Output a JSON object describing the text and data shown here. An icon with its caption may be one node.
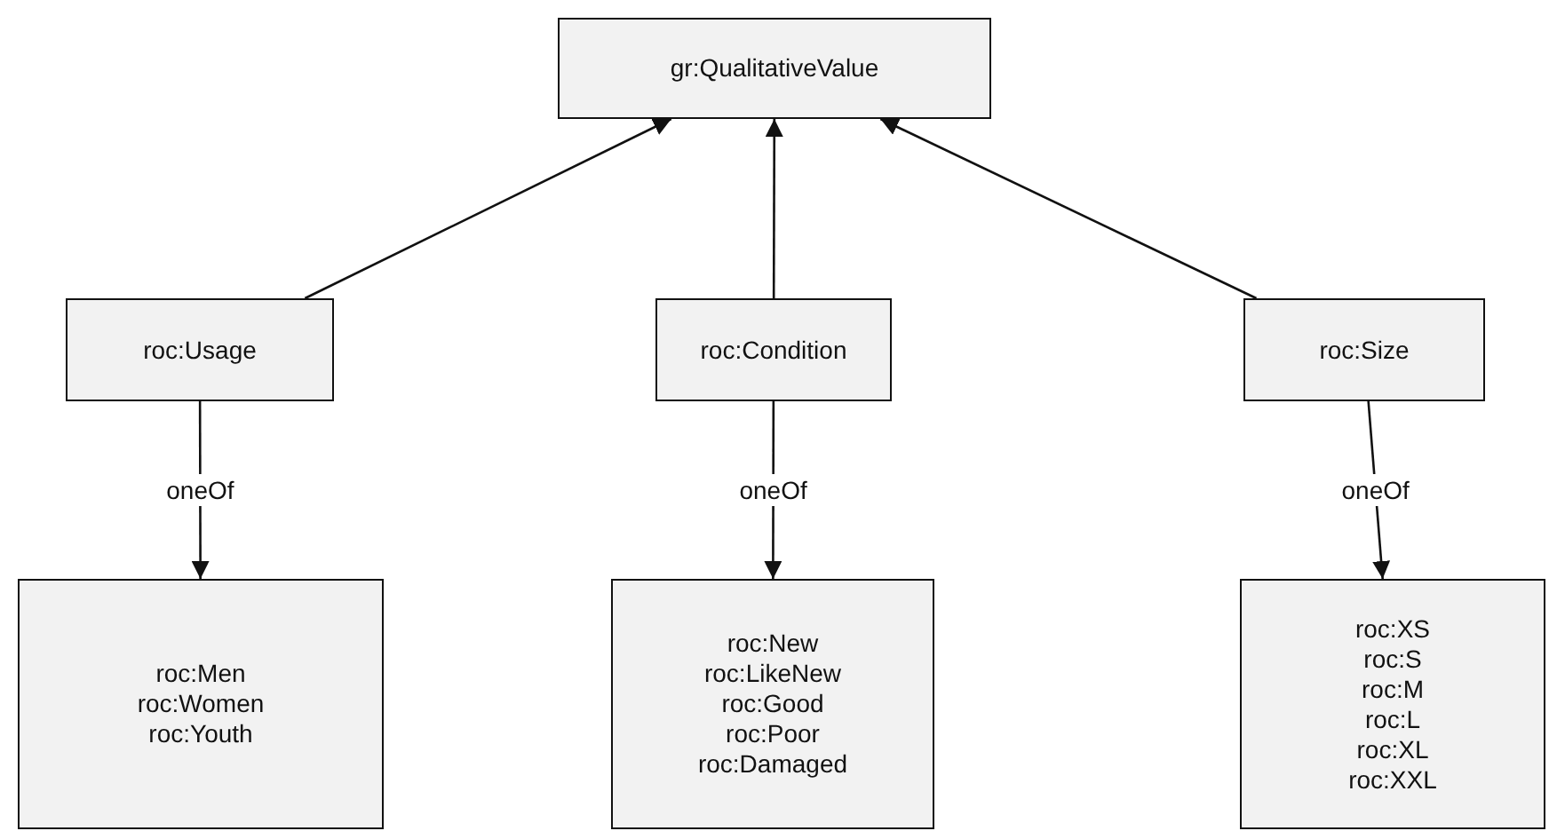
{
  "diagram": {
    "nodes": [
      {
        "text": [
          "gr:QualitativeValue"
        ]
      },
      {
        "text": [
          "roc:Usage"
        ]
      },
      {
        "text": [
          "roc:Condition"
        ]
      },
      {
        "text": [
          "roc:Size"
        ]
      },
      {
        "text": [
          "roc:Men",
          "roc:Women",
          "roc:Youth"
        ]
      },
      {
        "text": [
          "roc:New",
          "roc:LikeNew",
          "roc:Good",
          "roc:Poor",
          "roc:Damaged"
        ]
      },
      {
        "text": [
          "roc:XS",
          "roc:S",
          "roc:M",
          "roc:L",
          "roc:XL",
          "roc:XXL"
        ]
      }
    ],
    "edges": [
      {
        "from": 1,
        "to": 0,
        "arrow": "to"
      },
      {
        "from": 2,
        "to": 0,
        "arrow": "to"
      },
      {
        "from": 3,
        "to": 0,
        "arrow": "to"
      },
      {
        "from": 1,
        "to": 4,
        "arrow": "to",
        "label": "oneOf"
      },
      {
        "from": 2,
        "to": 5,
        "arrow": "to",
        "label": "oneOf"
      },
      {
        "from": 3,
        "to": 6,
        "arrow": "to",
        "label": "oneOf"
      }
    ]
  }
}
